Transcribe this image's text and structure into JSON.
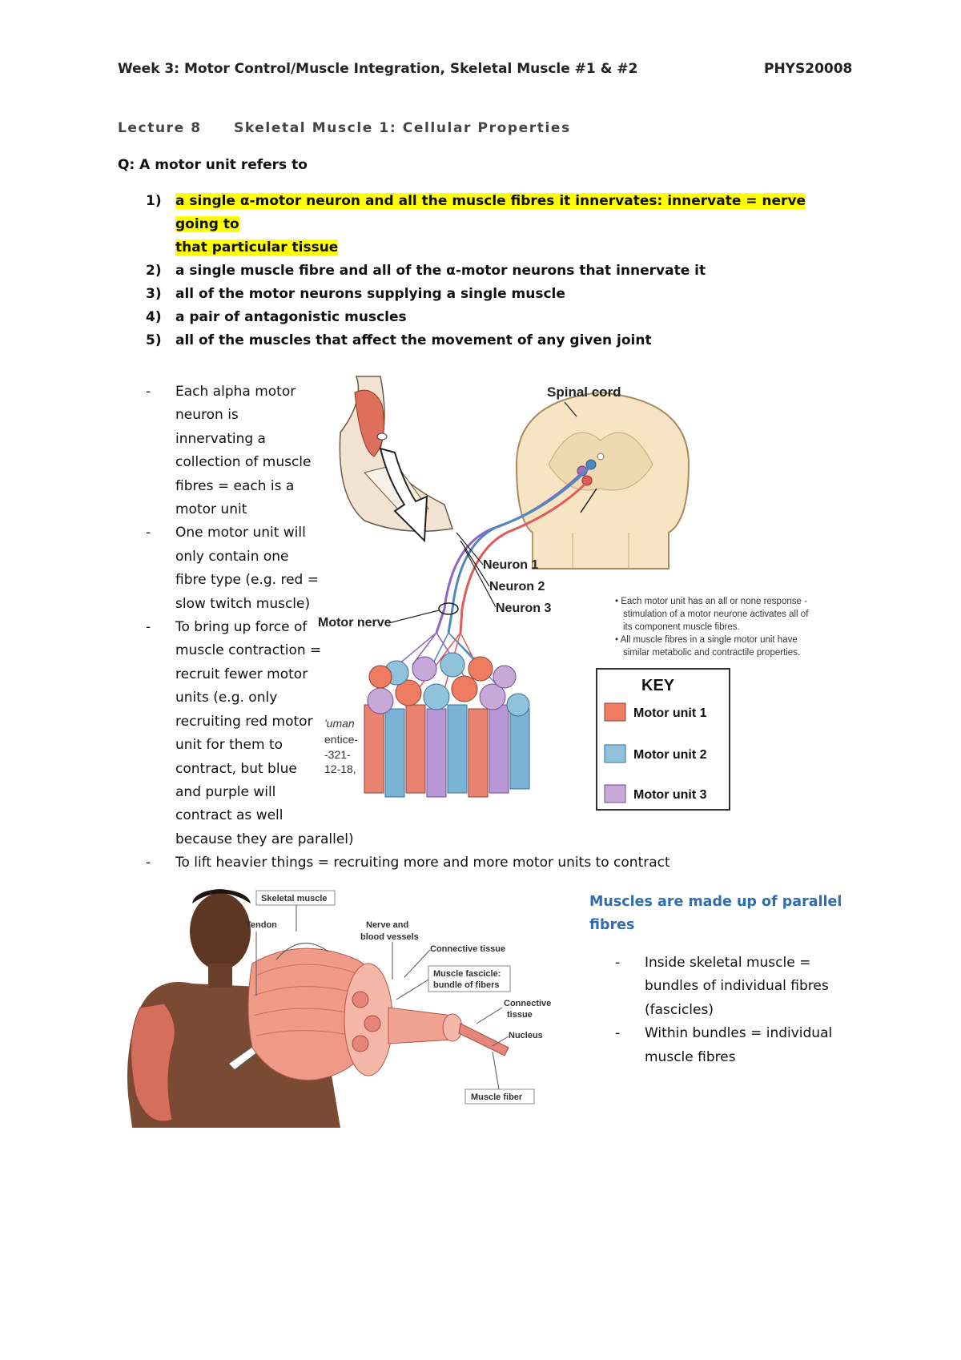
{
  "header": {
    "left": "Week 3: Motor Control/Muscle Integration, Skeletal Muscle #1 & #2",
    "right": "PHYS20008"
  },
  "lecture": {
    "number": "Lecture 8",
    "title": "Skeletal Muscle 1: Cellular Properties"
  },
  "question": {
    "text": "Q: A motor unit refers to",
    "options": [
      {
        "num": "1)",
        "line1": "a single α-motor neuron and all the muscle fibres it innervates: innervate = nerve going to",
        "line2": "that particular tissue",
        "highlighted": true
      },
      {
        "num": "2)",
        "line1": "a single muscle fibre and all of the α-motor neurons that innervate it"
      },
      {
        "num": "3)",
        "line1": "all of the motor neurons supplying a single muscle"
      },
      {
        "num": "4)",
        "line1": "a pair of antagonistic muscles"
      },
      {
        "num": "5)",
        "line1": "all of the muscles that affect the movement of any given joint"
      }
    ]
  },
  "notes": {
    "dash": "-",
    "b1": [
      "Each alpha motor",
      "neuron is",
      "innervating a",
      "collection of muscle",
      "fibres = each is a",
      "motor unit"
    ],
    "b2": [
      "One motor unit will",
      "only contain one",
      "fibre type (e.g. red =",
      "slow twitch muscle)"
    ],
    "b3": [
      "To bring up force of",
      "muscle contraction =",
      "recruit fewer motor",
      "units (e.g. only",
      "recruiting red motor",
      "unit for them to",
      "contract, but blue",
      "and purple will",
      "contract as well",
      "because they are parallel)"
    ],
    "b4": "To lift heavier things = recruiting more and more motor units to contract"
  },
  "figure1": {
    "spinal_cord": "Spinal cord",
    "neuron1": "Neuron 1",
    "neuron2": "Neuron 2",
    "neuron3": "Neuron 3",
    "motor_nerve": "Motor nerve",
    "note1_lines": [
      "• Each motor unit has an all or none response -",
      "stimulation of a motor neurone activates all of",
      "its component muscle fibres."
    ],
    "note2_lines": [
      "• All muscle fibres in a single motor unit have",
      "similar metabolic and contractile properties."
    ],
    "key": "KEY",
    "unit1": "Motor unit 1",
    "unit2": "Motor unit 2",
    "unit3": "Motor unit 3",
    "crop_text": [
      "'uman",
      "entice-",
      "-321-",
      "12-18,"
    ],
    "colors": {
      "unit1": "#ef7c61",
      "unit2": "#8fc3dc",
      "unit3": "#c6a9d9"
    }
  },
  "figure2": {
    "skeletal_muscle": "Skeletal muscle",
    "tendon": "Tendon",
    "nerve_vessels": [
      "Nerve and",
      "blood vessels"
    ],
    "connective1": "Connective tissue",
    "fascicle": [
      "Muscle fascicle:",
      "bundle of fibers"
    ],
    "connective2": [
      "Connective",
      "tissue"
    ],
    "nucleus": "Nucleus",
    "muscle_fiber": "Muscle fiber"
  },
  "side": {
    "heading": [
      "Muscles are made up of parallel",
      "fibres"
    ],
    "b1": [
      "Inside skeletal muscle =",
      "bundles of individual fibres",
      "(fascicles)"
    ],
    "b2": [
      "Within bundles = individual",
      "muscle fibres"
    ]
  }
}
